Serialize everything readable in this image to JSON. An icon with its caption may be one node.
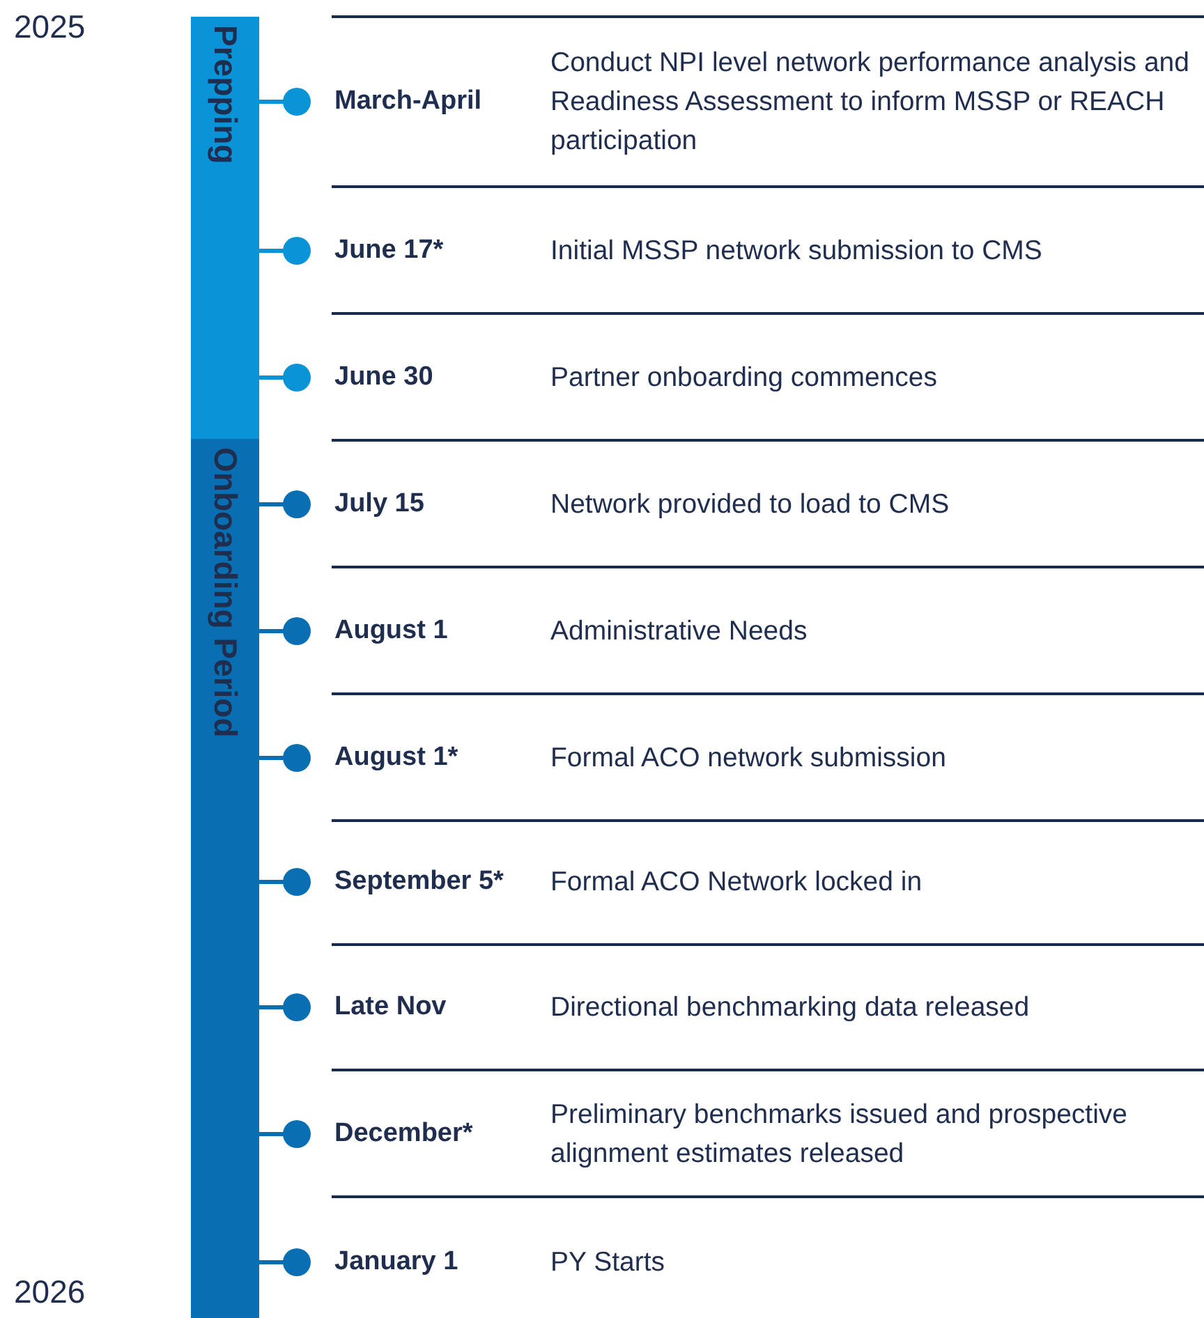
{
  "diagram": {
    "nodes": [
      {
        "text": [
          "Prepping"
        ]
      },
      {
        "text": [
          "Onboarding Period"
        ]
      }
    ],
    "labels": [
      "2025",
      "March-April",
      "Conduct NPI level network performance analysis and Readiness Assessment to inform MSSP or REACH participation",
      "June 17*",
      "Initial MSSP network submission to CMS",
      "June 30",
      "Partner onboarding commences",
      "July 15",
      "Network provided to load to CMS",
      "August 1",
      "Administrative Needs",
      "August 1*",
      "Formal ACO network submission",
      "September 5*",
      "Formal ACO Network locked in",
      "Late Nov",
      "Directional benchmarking data released",
      "December*",
      "Preliminary benchmarks issued and prospective alignment estimates released",
      "January 1",
      "PY Starts",
      "2026"
    ]
  }
}
